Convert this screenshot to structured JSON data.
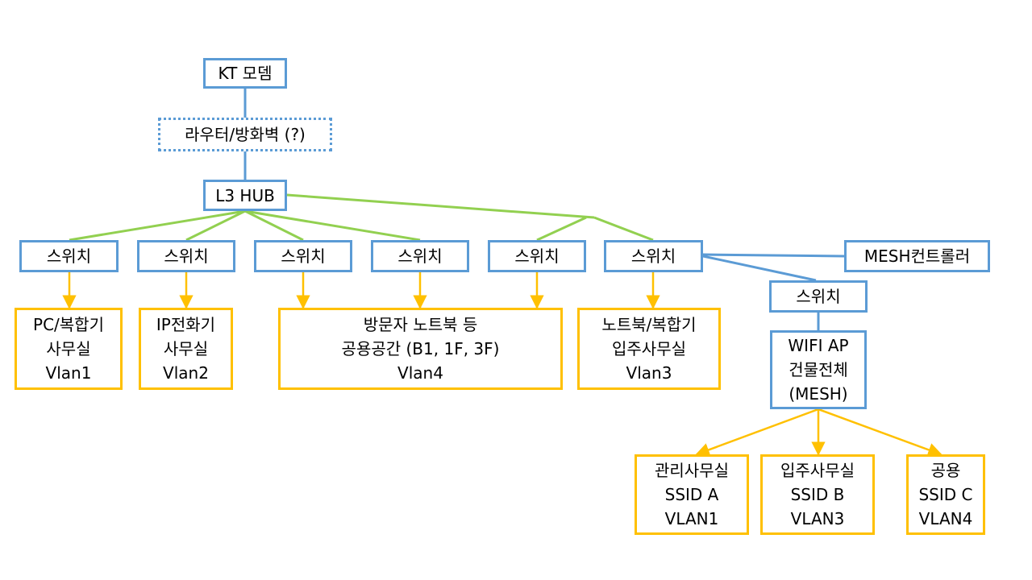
{
  "colors": {
    "box_blue": "#5b9bd5",
    "box_yellow": "#ffc000",
    "link_green": "#92d050",
    "link_blue": "#5b9bd5",
    "arrow_yellow": "#ffc000"
  },
  "diagram": {
    "kt_modem": "KT 모뎀",
    "router_firewall": "라우터/방화벽 (?)",
    "l3_hub": "L3 HUB",
    "mesh_controller": "MESH컨트롤러",
    "switches": [
      "스위치",
      "스위치",
      "스위치",
      "스위치",
      "스위치",
      "스위치",
      "스위치"
    ],
    "pc_office": {
      "line1": "PC/복합기",
      "line2": "사무실",
      "line3": "Vlan1"
    },
    "ip_phone": {
      "line1": "IP전화기",
      "line2": "사무실",
      "line3": "Vlan2"
    },
    "visitor": {
      "line1": "방문자 노트북 등",
      "line2": "공용공간 (B1, 1F, 3F)",
      "line3": "Vlan4"
    },
    "tenant": {
      "line1": "노트북/복합기",
      "line2": "입주사무실",
      "line3": "Vlan3"
    },
    "wifi_ap": {
      "line1": "WIFI AP",
      "line2": "건물전체",
      "line3": "(MESH)"
    },
    "ssid_admin": {
      "line1": "관리사무실",
      "line2": "SSID A",
      "line3": "VLAN1"
    },
    "ssid_tenant": {
      "line1": "입주사무실",
      "line2": "SSID B",
      "line3": "VLAN3"
    },
    "ssid_public": {
      "line1": "공용",
      "line2": "SSID C",
      "line3": "VLAN4"
    }
  }
}
